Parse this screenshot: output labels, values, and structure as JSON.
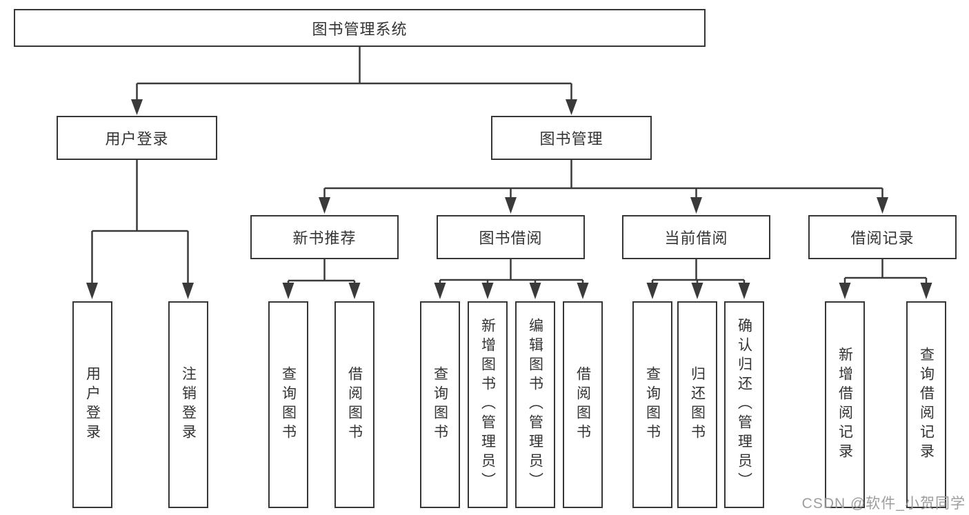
{
  "diagram": {
    "type": "tree",
    "title": "图书管理系统",
    "nodes": {
      "root": "图书管理系统",
      "user_login": "用户登录",
      "book_mgmt": "图书管理",
      "new_books": "新书推荐",
      "book_borrow": "图书借阅",
      "current_borrow": "当前借阅",
      "records": "借阅记录",
      "leaf_user_login": "用户登录",
      "leaf_logout": "注销登录",
      "leaf_nb_query": "查询图书",
      "leaf_nb_borrow": "借阅图书",
      "leaf_bb_query": "查询图书",
      "leaf_bb_add": "新增图书（管理员）",
      "leaf_bb_edit": "编辑图书（管理员）",
      "leaf_bb_borrow": "借阅图书",
      "leaf_cb_query": "查询图书",
      "leaf_cb_return": "归还图书",
      "leaf_cb_confirm": "确认归还（管理员）",
      "leaf_rec_add": "新增借阅记录",
      "leaf_rec_query": "查询借阅记录"
    },
    "structure": {
      "图书管理系统": [
        "用户登录",
        "图书管理"
      ],
      "用户登录": [
        "用户登录",
        "注销登录"
      ],
      "图书管理": [
        "新书推荐",
        "图书借阅",
        "当前借阅",
        "借阅记录"
      ],
      "新书推荐": [
        "查询图书",
        "借阅图书"
      ],
      "图书借阅": [
        "查询图书",
        "新增图书（管理员）",
        "编辑图书（管理员）",
        "借阅图书"
      ],
      "当前借阅": [
        "查询图书",
        "归还图书",
        "确认归还（管理员）"
      ],
      "借阅记录": [
        "新增借阅记录",
        "查询借阅记录"
      ]
    },
    "colors": {
      "line": "#3a3a3a",
      "text": "#333333",
      "background": "#ffffff",
      "watermark": "#9d9d9d"
    },
    "watermark": "CSDN @软件_小贺同学"
  }
}
